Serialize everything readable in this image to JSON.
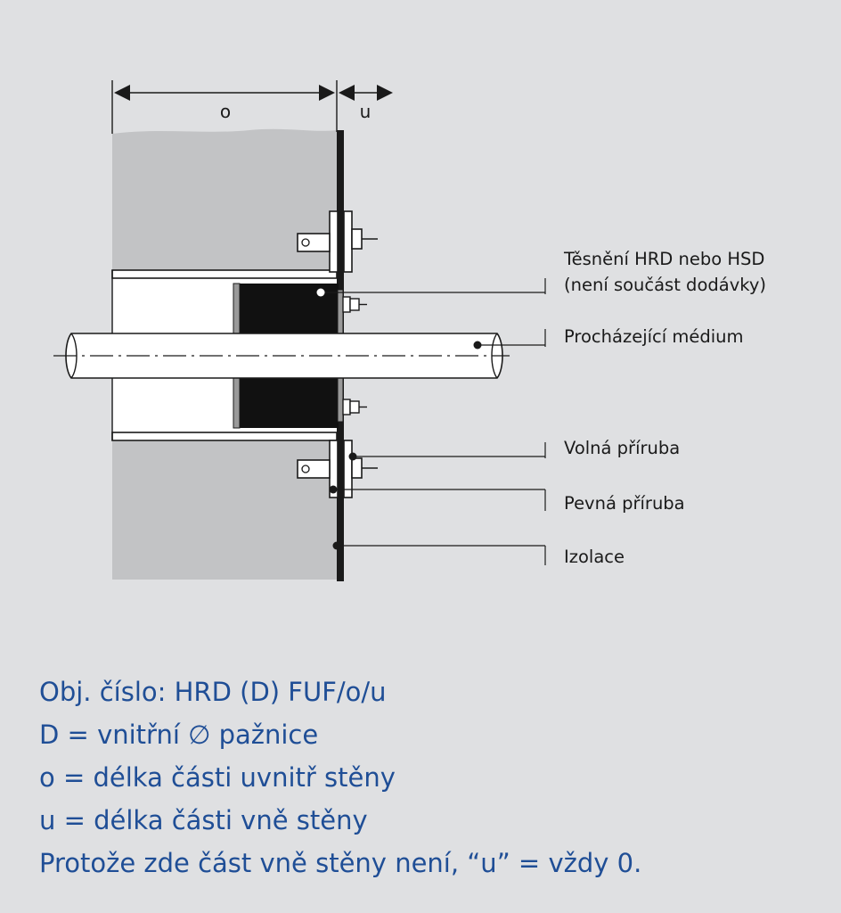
{
  "dimensions": {
    "o": "o",
    "u": "u"
  },
  "callouts": {
    "seal_line1": "Těsnění HRD nebo HSD",
    "seal_line2": "(není součást dodávky)",
    "medium": "Procházející médium",
    "loose_flange": "Volná příruba",
    "fixed_flange": "Pevná příruba",
    "insulation": "Izolace"
  },
  "legend": {
    "line1": "Obj. číslo: HRD (D) FUF/o/u",
    "line2": "D = vnitřní ∅ pažnice",
    "line3": "o = délka části uvnitř stěny",
    "line4": "u = délka části vně stěny",
    "line5": "Protože zde část vně stěny není, “u” = vždy 0."
  },
  "colors": {
    "background": "#dfe0e2",
    "wall": "#c2c3c5",
    "legend_text": "#1f4e96"
  }
}
